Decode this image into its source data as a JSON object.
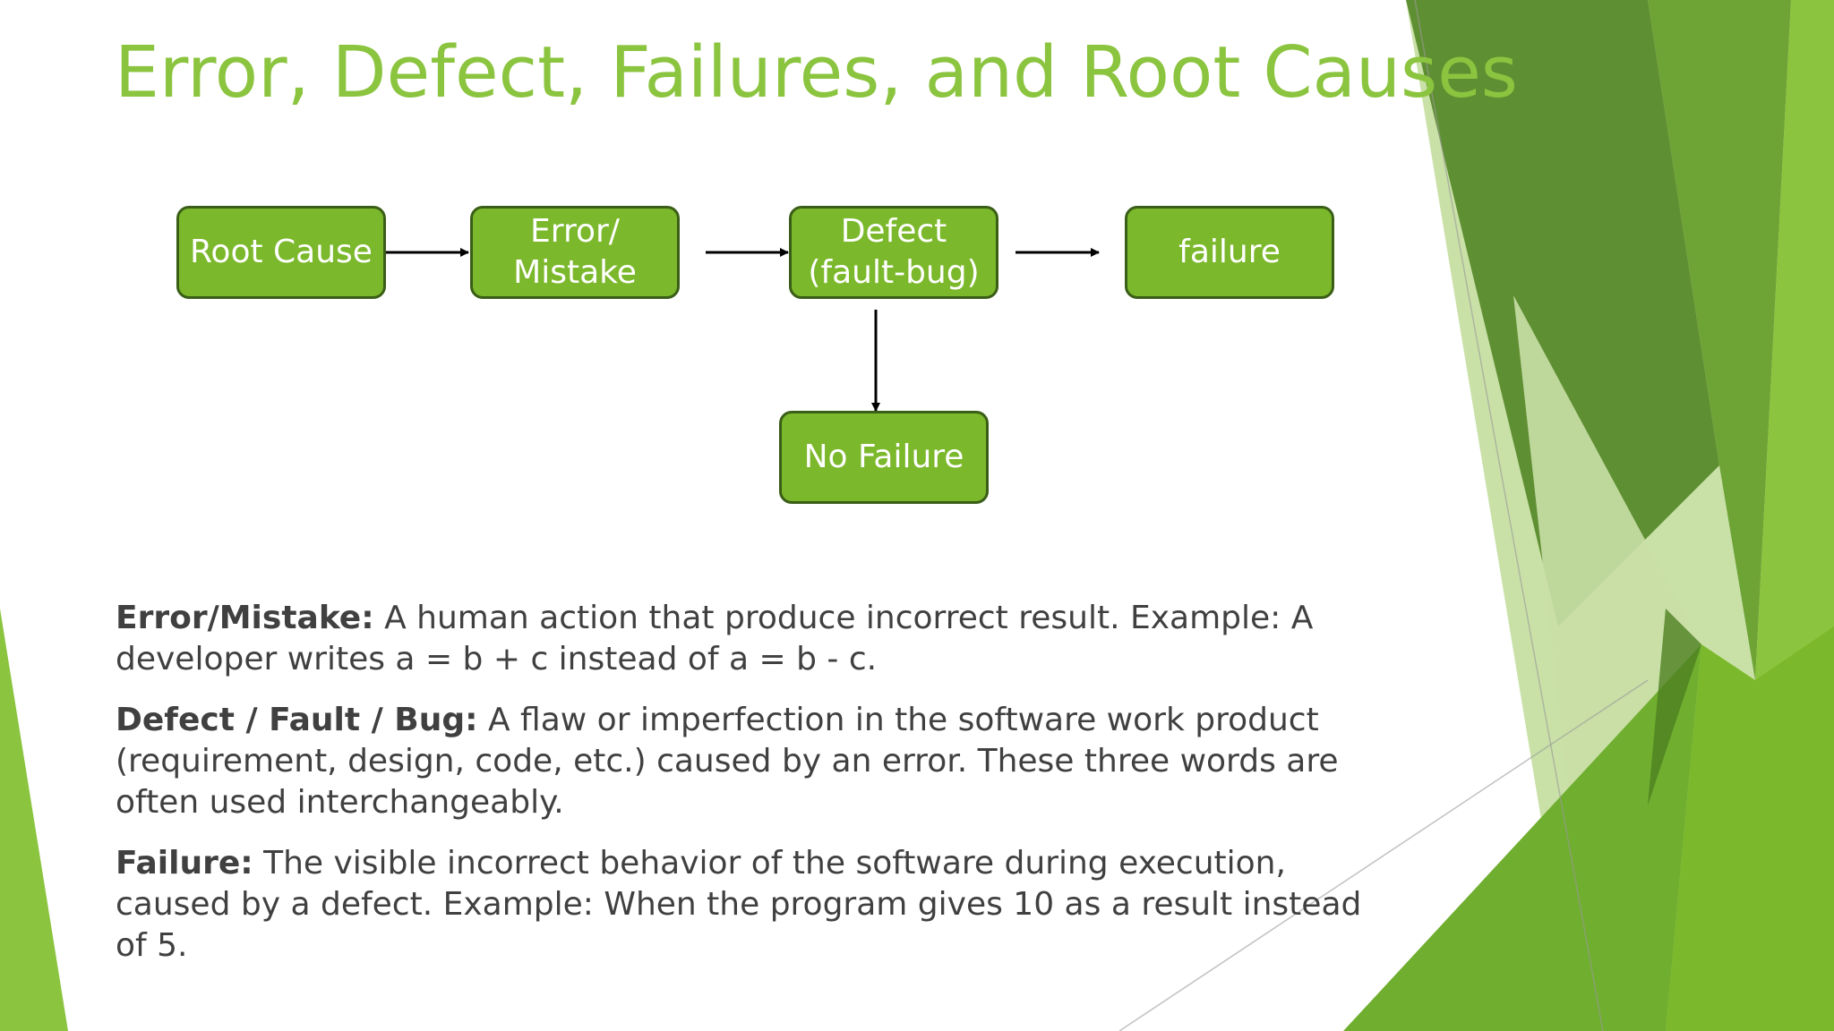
{
  "slide": {
    "title": "Error, Defect, Failures, and Root Causes"
  },
  "diagram": {
    "nodes": {
      "root_cause": "Root Cause",
      "error": "Error/\nMistake",
      "defect": "Defect\n(fault-bug)",
      "failure": "failure",
      "no_failure": "No Failure"
    }
  },
  "definitions": [
    {
      "term": "Error/Mistake:",
      "text": " A human action that produce incorrect result. Example: A developer writes a = b + c instead of a = b - c."
    },
    {
      "term": "Defect / Fault / Bug:",
      "text": " A flaw or imperfection in the software work product (requirement, design, code, etc.) caused by an error. These three words are often used interchangeably."
    },
    {
      "term": "Failure:",
      "text": " The visible incorrect behavior of the software during execution, caused by a defect. Example: When the program gives 10 as a result instead of 5."
    }
  ],
  "colors": {
    "title": "#8bc43f",
    "node_fill": "#7bb82b",
    "node_border": "#3a5e17",
    "body_text": "#404040"
  }
}
